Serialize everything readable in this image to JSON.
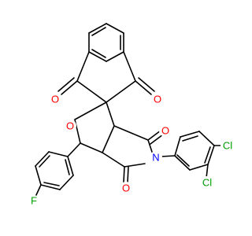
{
  "molecule": {
    "colors": {
      "bond": "#000000",
      "oxygen": "#ff0000",
      "nitrogen": "#0000ff",
      "chlorine": "#00a000",
      "fluorine": "#00a000"
    },
    "atom_labels": {
      "o_left_ketone": "O",
      "o_right_ketone": "O",
      "o_ring": "O",
      "o_imide_top": "O",
      "o_imide_bottom": "O",
      "n_imide": "N",
      "cl_para": "Cl",
      "cl_meta": "Cl",
      "f_para": "F"
    }
  }
}
